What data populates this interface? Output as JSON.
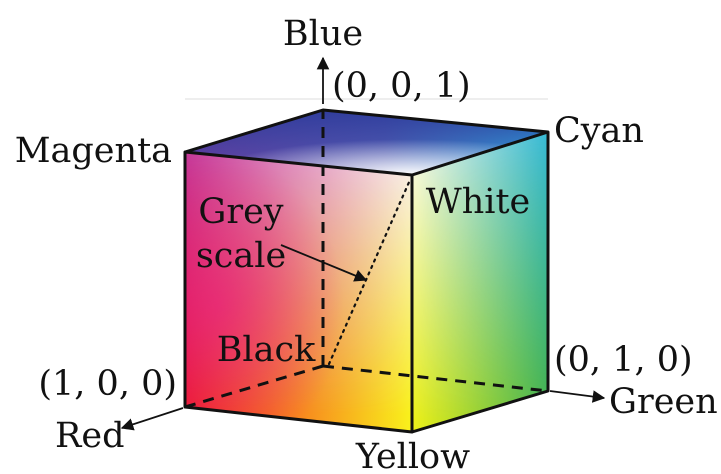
{
  "axes": {
    "blue": "Blue",
    "green": "Green",
    "red": "Red"
  },
  "corners": {
    "magenta": "Magenta",
    "cyan": "Cyan",
    "white": "White",
    "black": "Black",
    "yellow": "Yellow"
  },
  "coordinates": {
    "blue": "(0, 0, 1)",
    "green": "(0, 1, 0)",
    "red": "(1, 0, 0)"
  },
  "annotation": {
    "line1": "Grey",
    "line2": "scale"
  },
  "colors": {
    "red": "#ff0000",
    "green": "#00ff00",
    "blue": "#0000ff",
    "yellow": "#ffff00",
    "magenta": "#ff00ff",
    "cyan": "#00ffff",
    "white": "#ffffff",
    "black": "#000000"
  }
}
